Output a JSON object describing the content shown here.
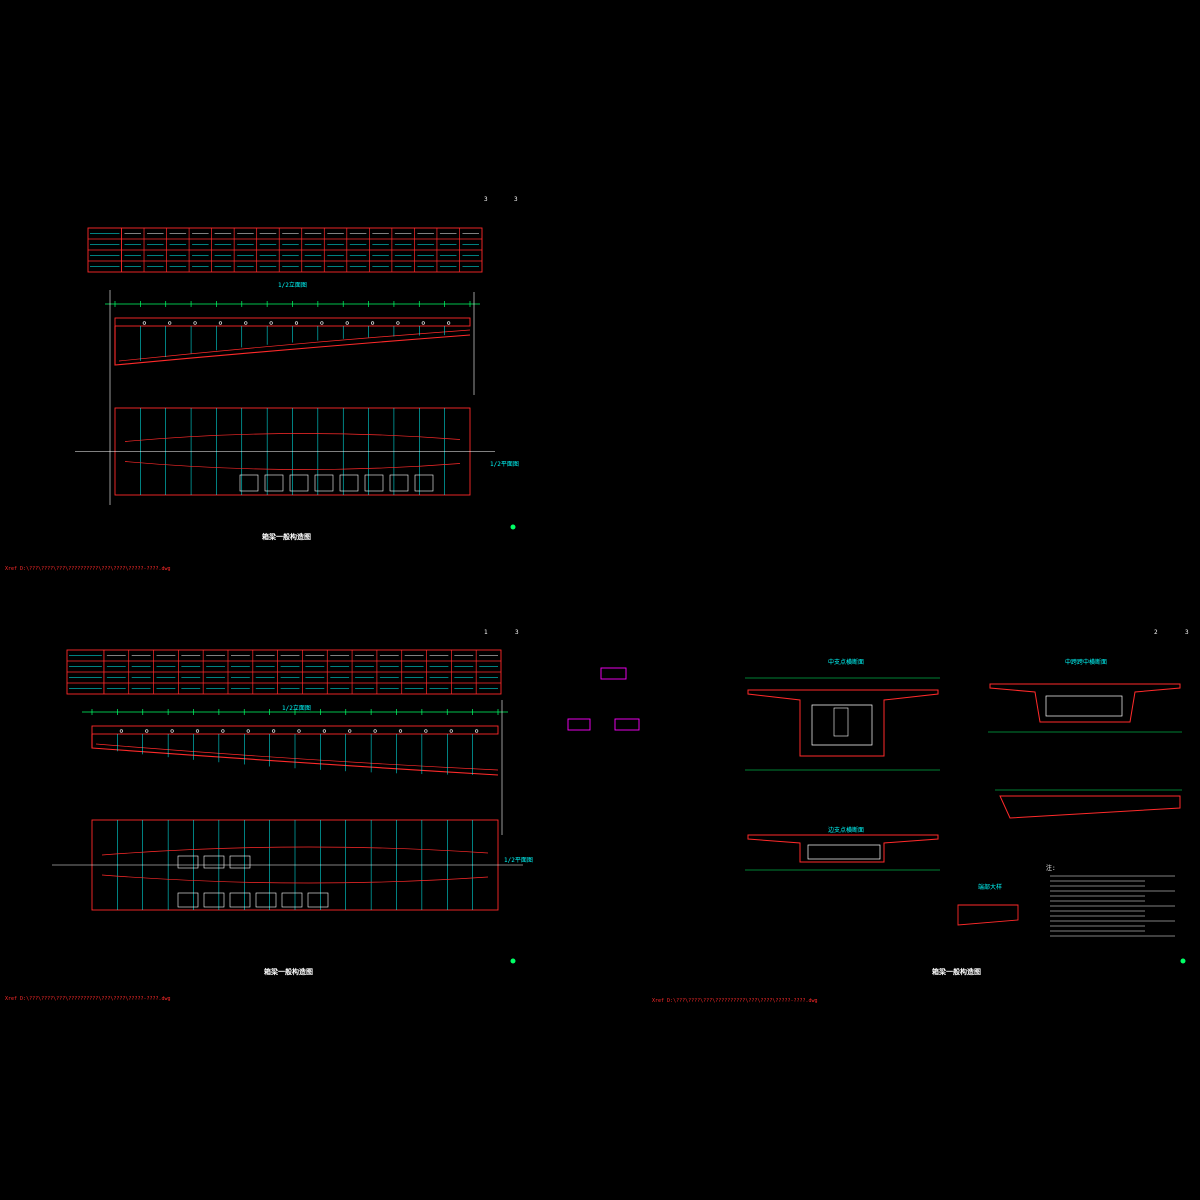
{
  "sheets": [
    {
      "title": "箱梁一般构造图",
      "half_elevation": "1/2立面图",
      "half_plan": "1/2平面图",
      "page_no": "3",
      "page_total": "3"
    },
    {
      "title": "箱梁一般构造图",
      "half_elevation": "1/2立面图",
      "half_plan": "1/2平面图",
      "page_no": "1",
      "page_total": "3"
    },
    {
      "title": "箱梁一般构造图",
      "section_mid": "中支点横断面",
      "section_side": "中跨跨中横断面",
      "section_end": "边支点横断面",
      "detail": "端部大样",
      "notes_label": "注:",
      "page_no": "2",
      "page_total": "3"
    }
  ],
  "xrefs": [
    "Xref D:\\???\\????\\???\\??????????\\???\\????\\?????-????.dwg",
    "Xref D:\\???\\????\\???\\??????????\\???\\????\\?????-????.dwg",
    "Xref D:\\???\\????\\???\\??????????\\???\\????\\?????-????.dwg"
  ],
  "colors": {
    "background": "#000000",
    "outline": "#ff2a2a",
    "dimension": "#00ff66",
    "text": "#00ffff",
    "highlight": "#ff00ff",
    "white": "#ffffff"
  }
}
